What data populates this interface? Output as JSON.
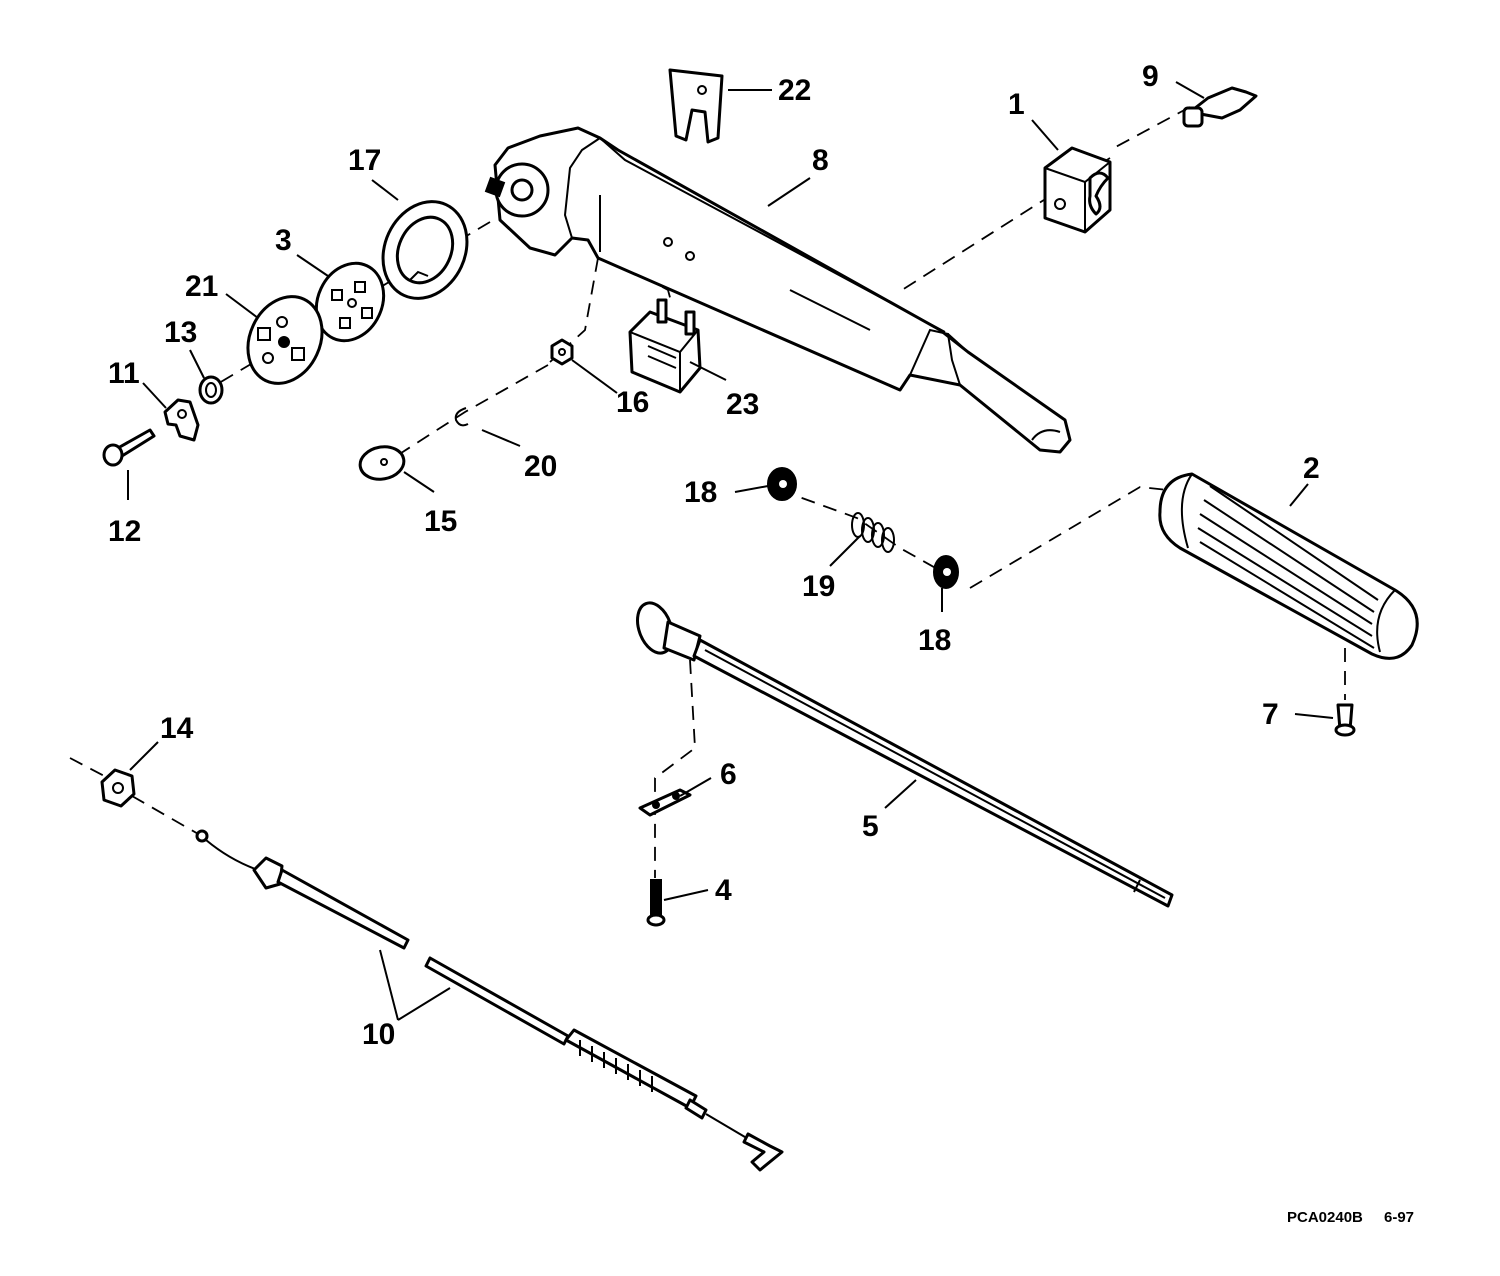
{
  "diagram": {
    "part_callouts": [
      "1",
      "2",
      "3",
      "4",
      "5",
      "6",
      "7",
      "8",
      "9",
      "10",
      "11",
      "12",
      "13",
      "14",
      "15",
      "16",
      "17",
      "18",
      "18",
      "19",
      "20",
      "21",
      "22",
      "23"
    ],
    "drawing_code": "PCA0240B",
    "drawing_date": "6-97"
  }
}
